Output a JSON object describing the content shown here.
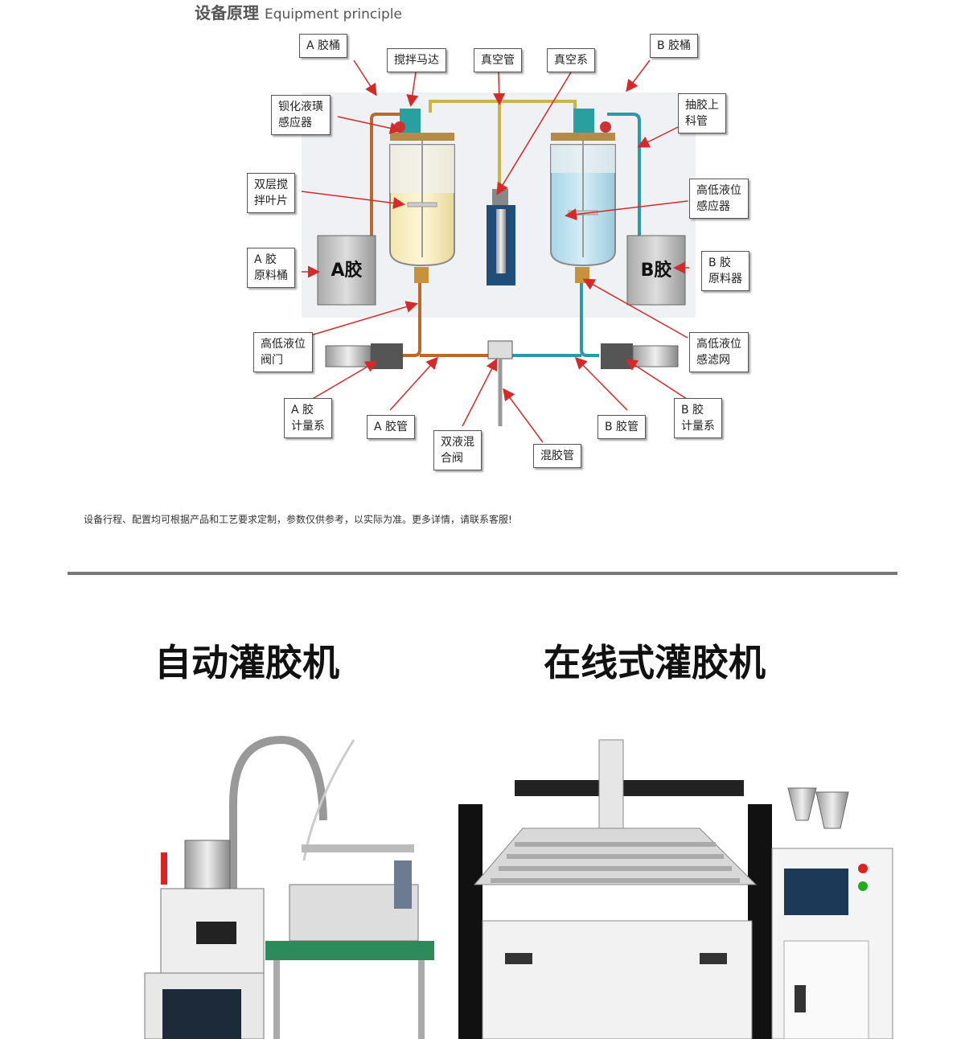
{
  "section": {
    "title_zh": "设备原理",
    "title_en": "Equipment principle"
  },
  "labels": {
    "a_bucket": "A 胶桶",
    "stir_motor": "搅拌马达",
    "vacuum_tube": "真空管",
    "vacuum_system": "真空系",
    "b_bucket": "B 胶桶",
    "level_sensor_top": "钡化液璜\n感应器",
    "pump_feed_tube": "抽胶上\n科管",
    "double_blade": "双层搅\n拌叶片",
    "level_sensor_b": "高低液位\n感应器",
    "a_raw_bucket": "A 胶\n原料桶",
    "b_raw_bucket": "B 胶\n原料器",
    "level_valve": "高低液位\n阀门",
    "level_filter": "高低液位\n感滤网",
    "a_meter": "A 胶\n计量系",
    "a_tube": "A 胶管",
    "mix_valve": "双液混\n合阀",
    "b_tube": "B 胶管",
    "b_meter": "B 胶\n计量系",
    "mix_tube": "混胶管"
  },
  "tank_a_label": "A胶",
  "tank_b_label": "B胶",
  "disclaimer": "设备行程、配置均可根据产品和工艺要求定制，参数仅供参考，以实际为准。更多详情，请联系客服!",
  "products": [
    {
      "name": "自动灌胶机"
    },
    {
      "name": "在线式灌胶机"
    }
  ],
  "colors": {
    "arrow": "#d42a2a",
    "a_pipe": "#b86a2e",
    "b_pipe": "#2b9aa6",
    "vac_pipe": "#c9b44c"
  }
}
